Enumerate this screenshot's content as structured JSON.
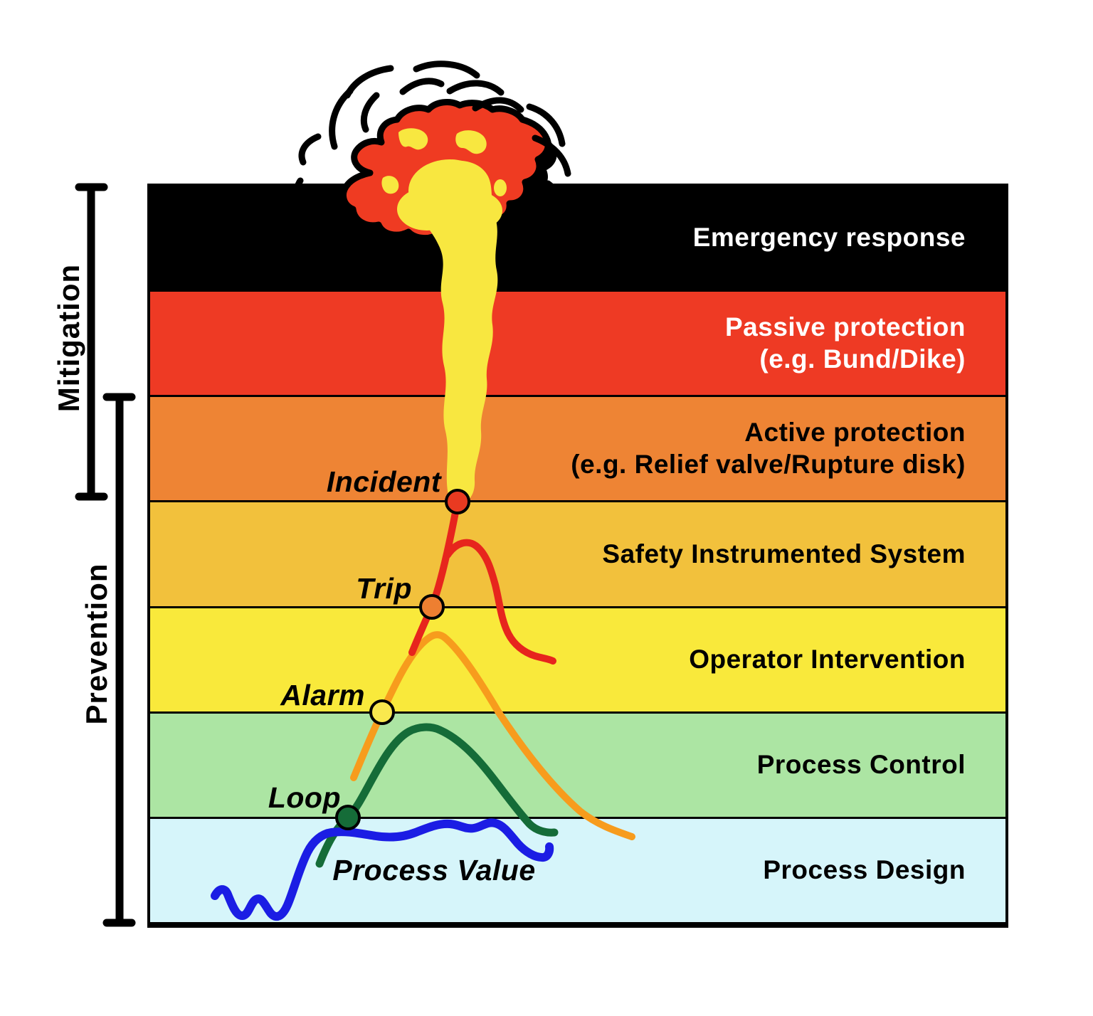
{
  "diagram": {
    "type": "layers-of-protection",
    "background": "#ffffff"
  },
  "side_labels": {
    "mitigation": "Mitigation",
    "prevention": "Prevention"
  },
  "bands": [
    {
      "name": "emergency-response",
      "line1": "Emergency response",
      "line2": "",
      "bg": "#000000",
      "text_color": "#ffffff"
    },
    {
      "name": "passive-protection",
      "line1": "Passive protection",
      "line2": "(e.g. Bund/Dike)",
      "bg": "#ee3a24",
      "text_color": "#ffffff"
    },
    {
      "name": "active-protection",
      "line1": "Active protection",
      "line2": "(e.g. Relief valve/Rupture disk)",
      "bg": "#ee8434",
      "text_color": "#000000"
    },
    {
      "name": "safety-instrumented-system",
      "line1": "Safety Instrumented System",
      "line2": "",
      "bg": "#f2c13c",
      "text_color": "#000000"
    },
    {
      "name": "operator-intervention",
      "line1": "Operator Intervention",
      "line2": "",
      "bg": "#f9e93b",
      "text_color": "#000000"
    },
    {
      "name": "process-control",
      "line1": "Process Control",
      "line2": "",
      "bg": "#ace5a3",
      "text_color": "#000000"
    },
    {
      "name": "process-design",
      "line1": "Process Design",
      "line2": "",
      "bg": "#d6f5fa",
      "text_color": "#000000"
    }
  ],
  "annotations": {
    "incident": "Incident",
    "trip": "Trip",
    "alarm": "Alarm",
    "loop": "Loop",
    "process_value": "Process Value"
  },
  "colors": {
    "curve_red": "#e7251d",
    "curve_orange": "#f79c1d",
    "curve_green": "#156c38",
    "curve_blue": "#1b1de4",
    "dot_incident": "#e93a21",
    "dot_trip": "#ee7f31",
    "dot_alarm": "#f9e84e",
    "dot_loop": "#156c38",
    "smoke_yellow": "#f8e740",
    "explosion_red": "#ef3b22",
    "outline_black": "#000000"
  }
}
